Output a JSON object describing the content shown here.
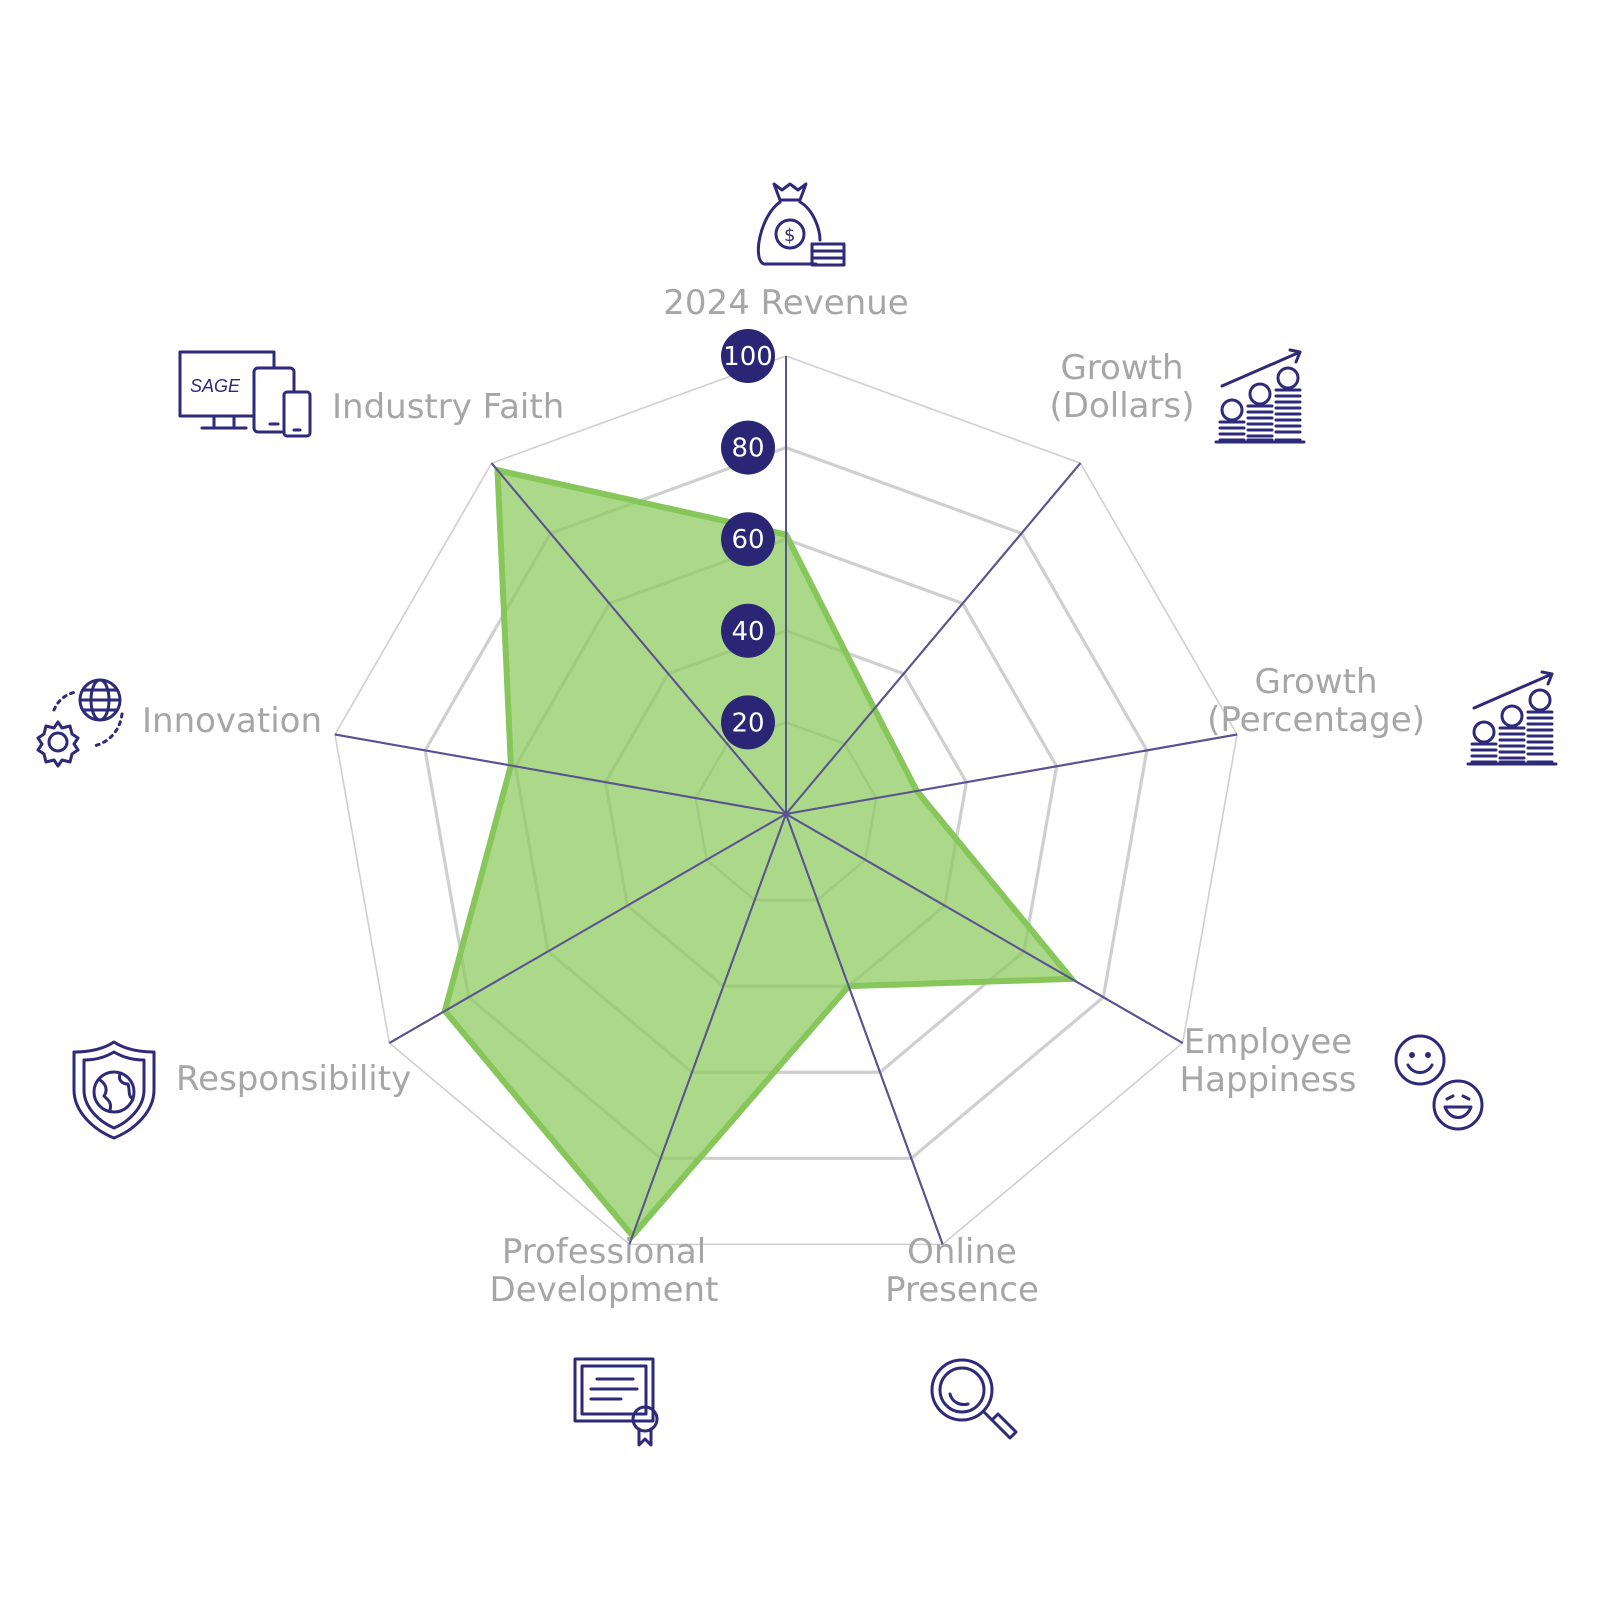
{
  "colors": {
    "fill": "#8cc95b",
    "fill_opacity": 0.72,
    "outline": "#86c65a",
    "spoke": "#5a5391",
    "tick_badge": "#2a2575",
    "label": "#a6a6a6",
    "icon": "#2e2a7a"
  },
  "chart_data": {
    "type": "radar",
    "title": "",
    "range": [
      0,
      100
    ],
    "ticks": [
      "20",
      "40",
      "60",
      "80",
      "100"
    ],
    "tick_values": [
      20,
      40,
      60,
      80,
      100
    ],
    "grid": true,
    "axes": [
      {
        "label_lines": [
          "2024 Revenue"
        ],
        "icon": "money-bag-icon"
      },
      {
        "label_lines": [
          "Growth",
          "(Dollars)"
        ],
        "icon": "coin-growth-dollars-icon"
      },
      {
        "label_lines": [
          "Growth",
          "(Percentage)"
        ],
        "icon": "coin-growth-percentage-icon"
      },
      {
        "label_lines": [
          "Employee",
          "Happiness"
        ],
        "icon": "smiley-faces-icon"
      },
      {
        "label_lines": [
          "Online",
          "Presence"
        ],
        "icon": "magnifier-icon"
      },
      {
        "label_lines": [
          "Professional",
          "Development"
        ],
        "icon": "certificate-icon"
      },
      {
        "label_lines": [
          "Responsibility"
        ],
        "icon": "globe-shield-icon"
      },
      {
        "label_lines": [
          "Innovation"
        ],
        "icon": "globe-gear-icon"
      },
      {
        "label_lines": [
          "Industry Faith"
        ],
        "icon": "sage-devices-icon"
      }
    ],
    "series": [
      {
        "values": [
          61,
          30,
          29,
          72,
          40,
          98,
          86,
          61,
          98
        ]
      }
    ]
  },
  "icons": {
    "sage_wordmark": "SAGE"
  }
}
